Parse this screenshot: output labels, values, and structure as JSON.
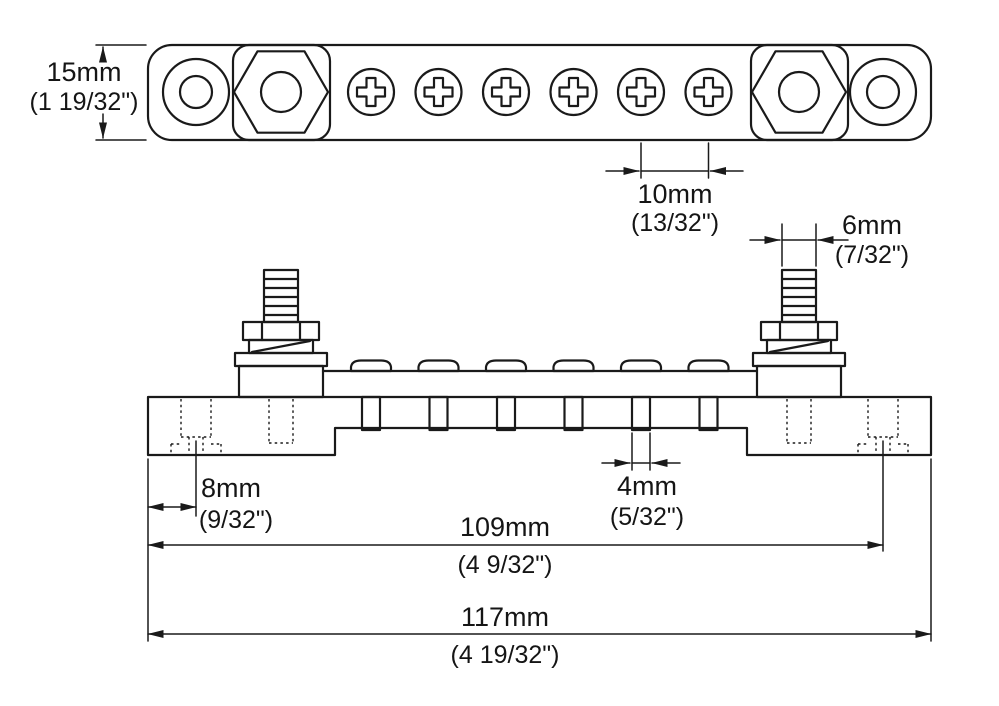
{
  "colors": {
    "background": "#ffffff",
    "line": "#1a1a1a",
    "text": "#151515"
  },
  "dims": {
    "height": {
      "mm": "15mm",
      "in": "(1 19/32\")"
    },
    "pitch": {
      "mm": "10mm",
      "in": "(13/32\")"
    },
    "stud": {
      "mm": "6mm",
      "in": "(7/32\")"
    },
    "offset": {
      "mm": "8mm",
      "in": "(9/32\")"
    },
    "screw": {
      "mm": "4mm",
      "in": "(5/32\")"
    },
    "span": {
      "mm": "109mm",
      "in": "(4 9/32\")"
    },
    "overall": {
      "mm": "117mm",
      "in": "(4 19/32\")"
    }
  }
}
